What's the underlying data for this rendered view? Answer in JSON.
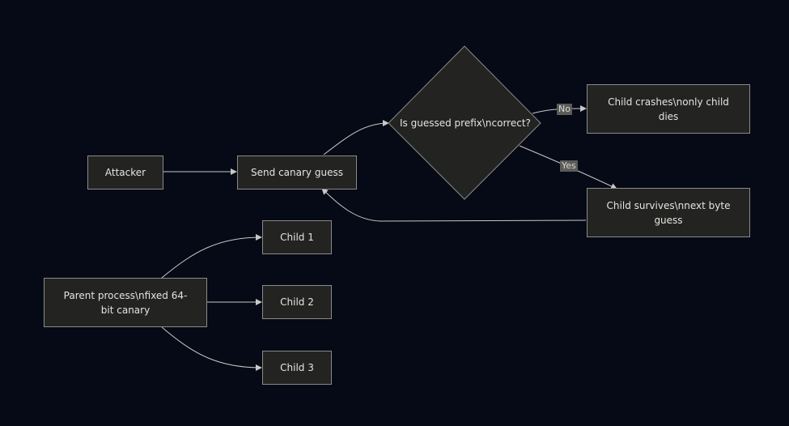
{
  "colors": {
    "background": "#050a16",
    "node_fill": "#232321",
    "node_border": "#8a8a86",
    "edge": "#c8c8c4",
    "text": "#e4e4e0",
    "edge_label_bg": "#5b5b58"
  },
  "nodes": {
    "attacker": "Attacker",
    "send_guess": "Send canary guess",
    "decision": "Is guessed prefix\\ncorrect?",
    "crash": [
      "Child crashes\\nonly child",
      "dies"
    ],
    "survive": [
      "Child survives\\nnext byte",
      "guess"
    ],
    "parent": [
      "Parent process\\nfixed 64-",
      "bit canary"
    ],
    "child1": "Child 1",
    "child2": "Child 2",
    "child3": "Child 3"
  },
  "edges": {
    "no_label": "No",
    "yes_label": "Yes"
  }
}
